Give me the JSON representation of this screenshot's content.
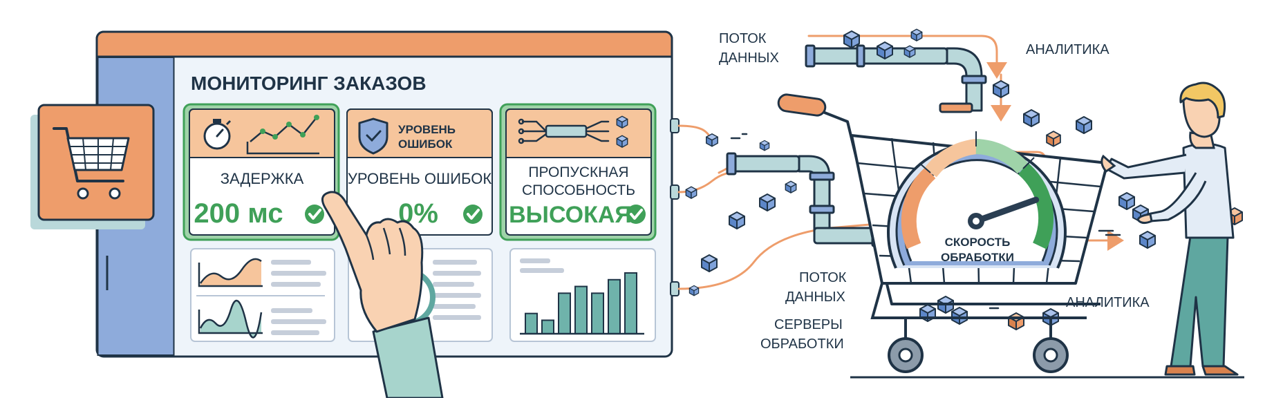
{
  "dashboard": {
    "title": "МОНИТОРИНГ ЗАКАЗОВ",
    "cards": [
      {
        "label": "ЗАДЕРЖКА",
        "value": "200 мс",
        "header_text": ""
      },
      {
        "label": "УРОВЕНЬ ОШИБОК",
        "value": "0%",
        "header_text": "УРОВЕНЬ ОШИБОК"
      },
      {
        "label": "ПРОПУСКНАЯ СПОСОБНОСТЬ",
        "value": "ВЫСОКАЯ",
        "header_text": ""
      }
    ],
    "bar_chart_values": [
      3,
      2,
      6,
      7,
      6,
      8,
      9
    ]
  },
  "labels": {
    "data_stream_top": "ПОТОК ДАННЫХ",
    "analytics_top": "АНАЛИТИКА",
    "data_stream_mid": "ПОТОК ДАННЫХ",
    "servers": "СЕРВЕРЫ ОБРАБОТКИ",
    "analytics_bottom": "АНАЛИТИКА",
    "gauge": "СКОРОСТЬ ОБРАБОТКИ"
  },
  "gauge": {
    "level": 0.82
  },
  "colors": {
    "orange": "#EE9D6B",
    "green": "#3FA058",
    "teal": "#5FA7A0",
    "blue": "#8EABDB",
    "navy": "#2A3E52"
  }
}
